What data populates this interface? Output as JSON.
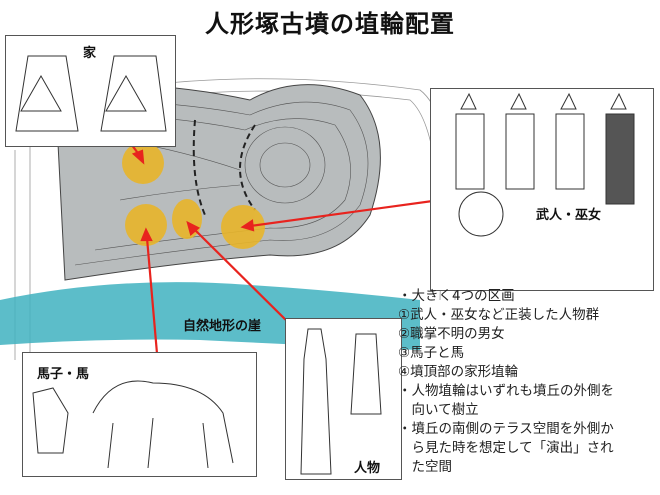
{
  "title": "人形塚古墳の埴輪配置",
  "labels": {
    "house": "家",
    "warrior": "武人・巫女",
    "horse": "馬子・馬",
    "person": "人物",
    "cliff": "自然地形の崖"
  },
  "notes": [
    "・大きく4つの区画",
    "①武人・巫女など正装した人物群",
    "②職掌不明の男女",
    "③馬子と馬",
    "④墳頂部の家形埴輪",
    "・人物埴輪はいずれも墳丘の外側を",
    "　向いて樹立",
    "・墳丘の南側のテラス空間を外側か",
    "　ら見た時を想定して「演出」され",
    "　た空間"
  ],
  "colors": {
    "highlight": "#e8b52a",
    "arrow": "#e8231e",
    "water": "#3fb2c0",
    "mound": "#b8bcbd"
  }
}
